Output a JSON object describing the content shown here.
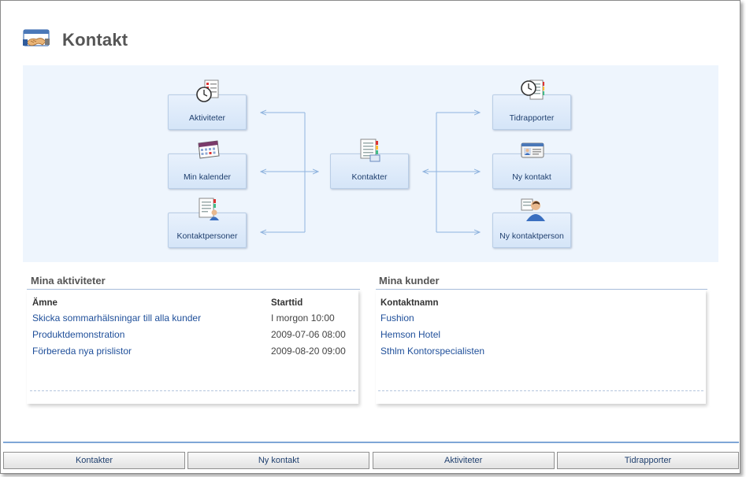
{
  "header": {
    "title": "Kontakt",
    "icon": "handshake-icon"
  },
  "diagram": {
    "nodes": {
      "aktiviteter": {
        "label": "Aktiviteter",
        "icon": "clock-list-icon"
      },
      "min_kalender": {
        "label": "Min kalender",
        "icon": "calendar-icon"
      },
      "kontaktpersoner": {
        "label": "Kontaktpersoner",
        "icon": "person-list-icon"
      },
      "kontakter": {
        "label": "Kontakter",
        "icon": "contact-list-icon"
      },
      "tidrapporter": {
        "label": "Tidrapporter",
        "icon": "clock-report-icon"
      },
      "ny_kontakt": {
        "label": "Ny kontakt",
        "icon": "id-card-icon"
      },
      "ny_kontaktperson": {
        "label": "Ny kontaktperson",
        "icon": "person-icon"
      }
    }
  },
  "activities": {
    "title": "Mina aktiviteter",
    "columns": {
      "subject": "Ämne",
      "start": "Starttid"
    },
    "rows": [
      {
        "subject": "Skicka sommarhälsningar till alla kunder",
        "start": "I morgon 10:00"
      },
      {
        "subject": "Produktdemonstration",
        "start": "2009-07-06 08:00"
      },
      {
        "subject": "Förbereda nya prislistor",
        "start": "2009-08-20 09:00"
      }
    ]
  },
  "customers": {
    "title": "Mina kunder",
    "columns": {
      "name": "Kontaktnamn"
    },
    "rows": [
      {
        "name": "Fushion"
      },
      {
        "name": "Hemson Hotel"
      },
      {
        "name": "Sthlm Kontorspecialisten"
      }
    ]
  },
  "tabs": [
    {
      "label": "Kontakter"
    },
    {
      "label": "Ny kontakt"
    },
    {
      "label": "Aktiviteter"
    },
    {
      "label": "Tidrapporter"
    }
  ],
  "colors": {
    "link": "#1f4f9a",
    "diagram_bg": "#eef5fd",
    "node_border": "#b9cde6",
    "arrow": "#8fb3de"
  }
}
